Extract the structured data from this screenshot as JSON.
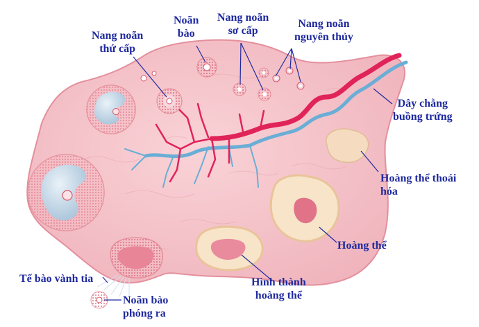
{
  "labels": {
    "secondary_follicle": {
      "line1": "Nang noãn",
      "line2": "thứ cấp"
    },
    "oocyte": {
      "line1": "Noãn",
      "line2": "bào"
    },
    "primary_follicle": {
      "line1": "Nang noãn",
      "line2": "sơ cấp"
    },
    "primordial_follicle": {
      "line1": "Nang noãn",
      "line2": "nguyên thủy"
    },
    "ligament": {
      "line1": "Dây chằng",
      "line2": "buồng trứng"
    },
    "degenerating_corpus_luteum": {
      "line1": "Hoàng thể thoái",
      "line2": "hóa"
    },
    "corpus_luteum": {
      "line1": "Hoàng thể"
    },
    "forming_corpus_luteum": {
      "line1": "Hình thành",
      "line2": "hoàng thể"
    },
    "corona_radiata": {
      "line1": "Tế bào vành tia"
    },
    "released_oocyte": {
      "line1": "Noãn bào",
      "line2": "phóng ra"
    }
  },
  "colors": {
    "label_text": "#1f2a9e",
    "ovary_fill": "#f6c6cc",
    "ovary_edge": "#e89aa5",
    "artery": "#e0245a",
    "vein": "#6aaed6",
    "follicle_fluid": "#c9dceb",
    "corpus_luteum": "#f7e4c9"
  }
}
